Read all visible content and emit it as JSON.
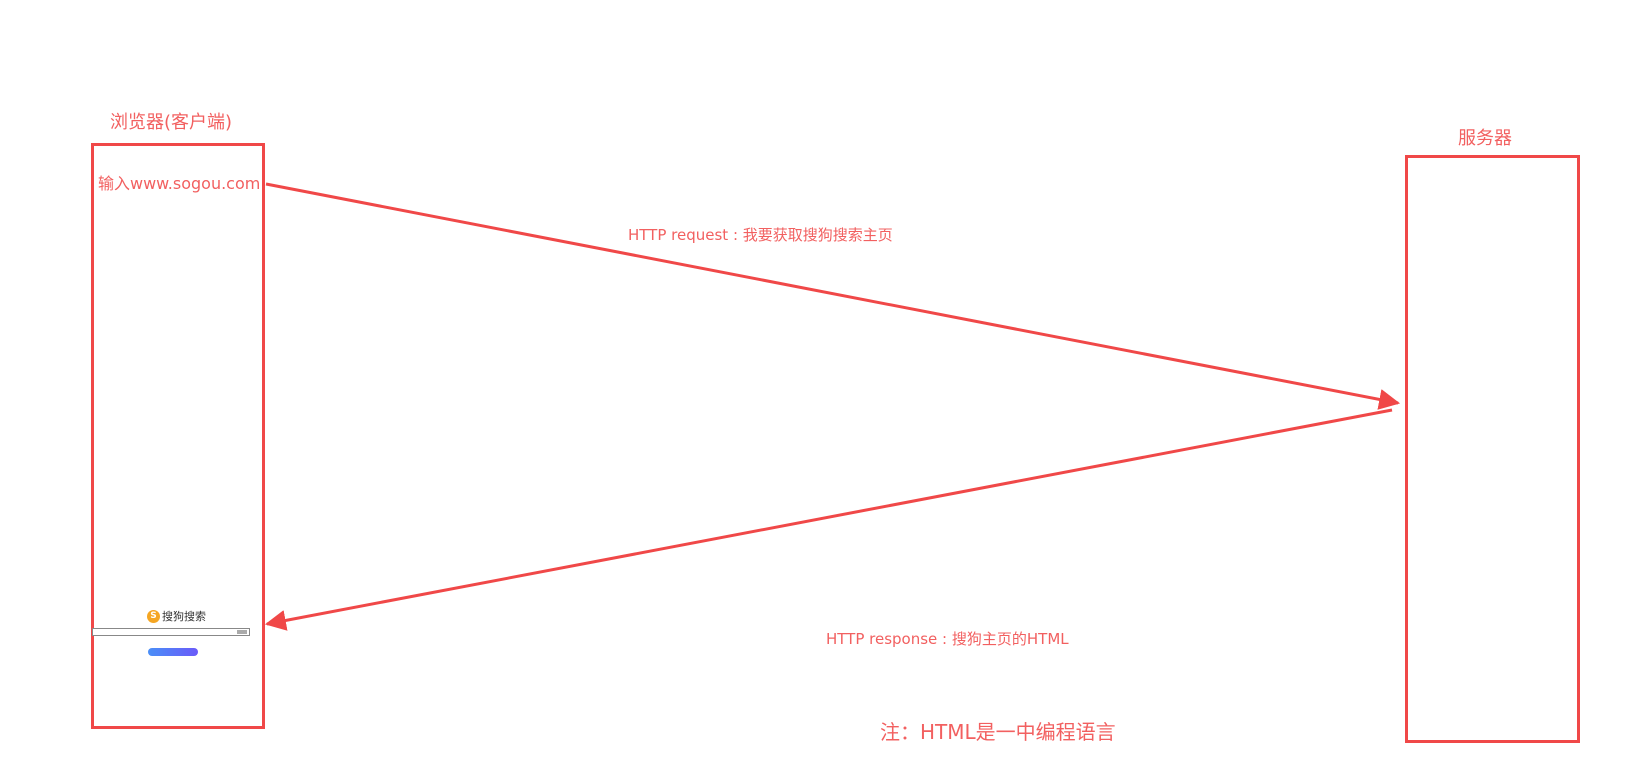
{
  "client": {
    "title": "浏览器(客户端)",
    "input_text": "输入www.sogou.com",
    "mini_logo_text": "搜狗搜索"
  },
  "server": {
    "title": "服务器"
  },
  "messages": {
    "request": "HTTP request : 我要获取搜狗搜索主页",
    "response": "HTTP response : 搜狗主页的HTML"
  },
  "note": "注：HTML是一中编程语言",
  "colors": {
    "accent": "#f04848",
    "text": "#f26060"
  }
}
